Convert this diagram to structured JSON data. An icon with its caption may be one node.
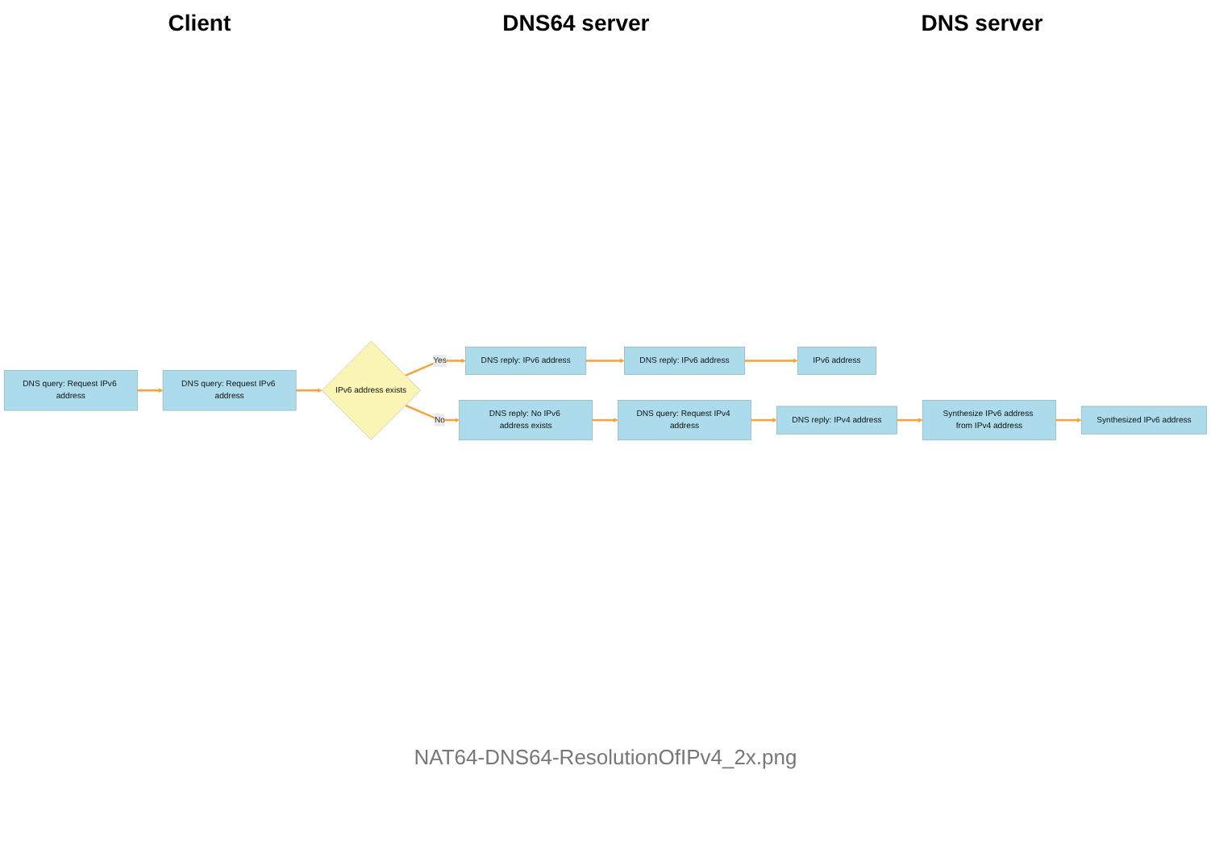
{
  "diagram": {
    "caption": "NAT64-DNS64-ResolutionOfIPv4_2x.png",
    "nodes": [
      {
        "text": [
          "DNS query: Request IPv6 address"
        ]
      },
      {
        "text": [
          "DNS query: Request IPv6 address"
        ]
      },
      {
        "text": [
          "IPv6 address exists"
        ]
      },
      {
        "text": [
          "IPv6 address"
        ]
      },
      {
        "text": [
          "DNS reply: IPv6 address"
        ]
      },
      {
        "text": [
          "DNS reply: IPv6 address"
        ]
      },
      {
        "text": [
          "DNS reply: No IPv6 address exists"
        ]
      },
      {
        "text": [
          "DNS query: Request IPv4 address"
        ]
      },
      {
        "text": [
          "Synthesized IPv6 address"
        ]
      },
      {
        "text": [
          "Synthesize IPv6 address from IPv4 address"
        ]
      },
      {
        "text": [
          "DNS reply: IPv4 address"
        ]
      }
    ],
    "edges": [
      {
        "from": 0,
        "to": 1,
        "arrow": "to"
      },
      {
        "from": 1,
        "to": 2,
        "arrow": "to"
      },
      {
        "from": 2,
        "to": 5,
        "arrow": "to",
        "label": "Yes"
      },
      {
        "from": 2,
        "to": 6,
        "arrow": "to",
        "label": "No"
      },
      {
        "from": 5,
        "to": 4,
        "arrow": "to"
      },
      {
        "from": 4,
        "to": 3,
        "arrow": "to"
      },
      {
        "from": 6,
        "to": 7,
        "arrow": "to"
      },
      {
        "from": 7,
        "to": 10,
        "arrow": "to"
      },
      {
        "from": 10,
        "to": 9,
        "arrow": "to"
      },
      {
        "from": 9,
        "to": 8,
        "arrow": "to"
      }
    ],
    "labels": [
      "Client",
      "DNS64 server",
      "DNS server"
    ]
  }
}
